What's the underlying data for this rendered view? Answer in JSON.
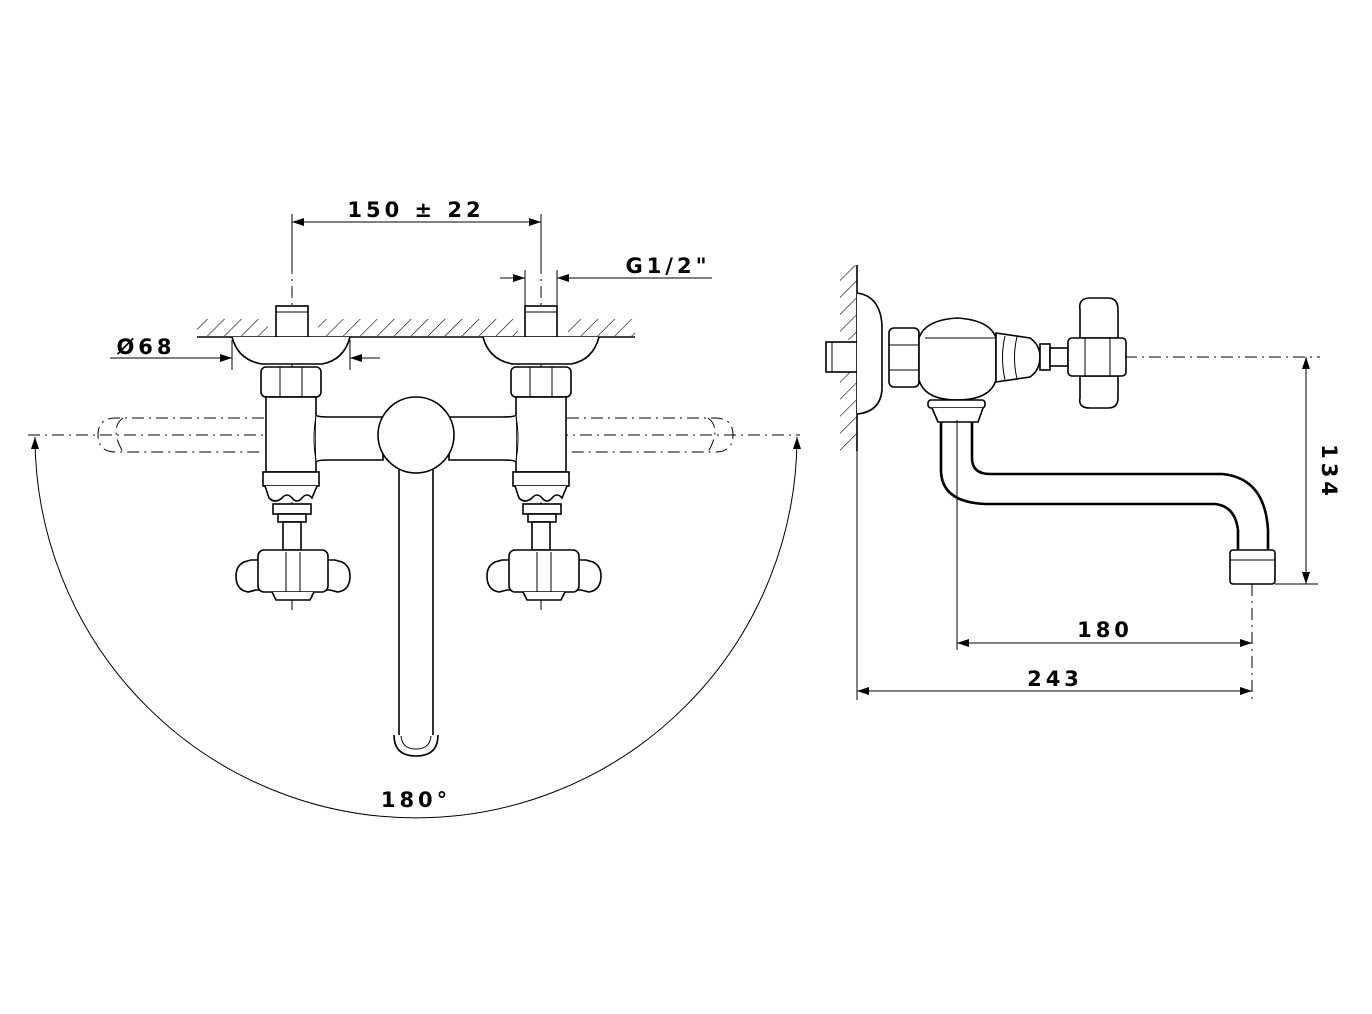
{
  "dimensions": {
    "spacing": "150 ± 22",
    "thread": "G1/2\"",
    "diameter": "Ø68",
    "rotation": "180°",
    "height": "134",
    "reach_spout": "180",
    "reach_total": "243"
  }
}
